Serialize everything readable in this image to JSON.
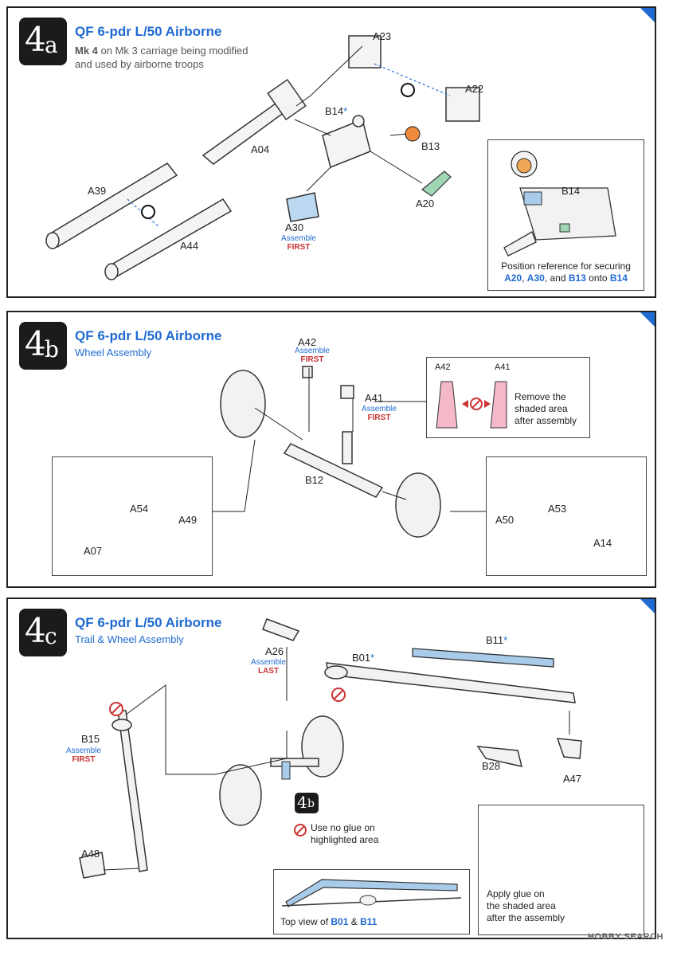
{
  "step_4a": {
    "num": "4",
    "letter": "a",
    "title": "QF 6-pdr L/50 Airborne",
    "subtitle_bold": "Mk 4",
    "subtitle_rest": " on Mk 3 carriage being modified",
    "subtitle_line2": "and used by airborne troops",
    "parts": {
      "a23": "A23",
      "a22": "A22",
      "b14": "B14",
      "b14_star": "*",
      "b13": "B13",
      "a04": "A04",
      "a39": "A39",
      "a44": "A44",
      "a20": "A20",
      "a30": "A30"
    },
    "assemble": "Assemble",
    "first": "FIRST",
    "detail_label": "B14",
    "note_line1": "Position reference for securing",
    "note_a20": "A20",
    "note_sep1": ", ",
    "note_a30": "A30",
    "note_sep2": ", and ",
    "note_b13": "B13",
    "note_onto": " onto ",
    "note_b14": "B14"
  },
  "step_4b": {
    "num": "4",
    "letter": "b",
    "title": "QF 6-pdr L/50 Airborne",
    "subtitle": "Wheel Assembly",
    "parts": {
      "a42": "A42",
      "a41": "A41",
      "b12": "B12",
      "a54": "A54",
      "a49": "A49",
      "a07": "A07",
      "a50": "A50",
      "a53": "A53",
      "a14": "A14"
    },
    "assemble": "Assemble",
    "first": "FIRST",
    "inset_a42": "A42",
    "inset_a41": "A41",
    "remove_line1": "Remove the",
    "remove_line2": "shaded area",
    "remove_line3": "after assembly"
  },
  "step_4c": {
    "num": "4",
    "letter": "c",
    "title": "QF 6-pdr L/50 Airborne",
    "subtitle": "Trail & Wheel Assembly",
    "parts": {
      "a26": "A26",
      "b01": "B01",
      "b11": "B11",
      "b15": "B15",
      "b28": "B28",
      "a47": "A47",
      "a48": "A48",
      "star": "*"
    },
    "assemble": "Assemble",
    "last": "LAST",
    "first": "FIRST",
    "ref_num": "4",
    "ref_letter": "b",
    "noglue_line1": "Use no glue on",
    "noglue_line2": "highlighted area",
    "top_view": "Top view of ",
    "top_b01": "B01",
    "top_amp": " & ",
    "top_b11": "B11",
    "glue_line1": "Apply glue on",
    "glue_line2": "the shaded area",
    "glue_line3": "after the assembly"
  },
  "watermark": "HOBBY SEARCH"
}
